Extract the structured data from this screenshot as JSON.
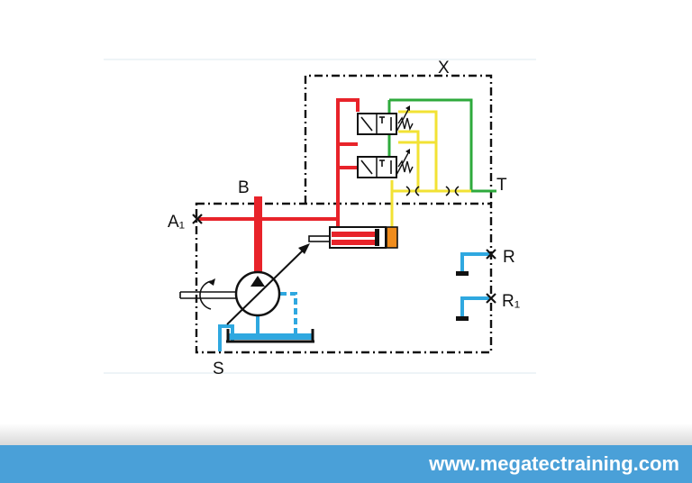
{
  "diagram": {
    "labels": {
      "x": "X",
      "b": "B",
      "t": "T",
      "a1": "A₁",
      "r": "R",
      "r1": "R₁",
      "s": "S"
    },
    "colors": {
      "pressure": "#e8232a",
      "pilot": "#f2e234",
      "drain": "#2eaa3c",
      "suction": "#2fa8e0",
      "boundary": "#111111",
      "cylinder_cap": "#f08c1c"
    }
  },
  "footer": {
    "url": "www.megatectraining.com",
    "color": "#4aa0d8"
  }
}
